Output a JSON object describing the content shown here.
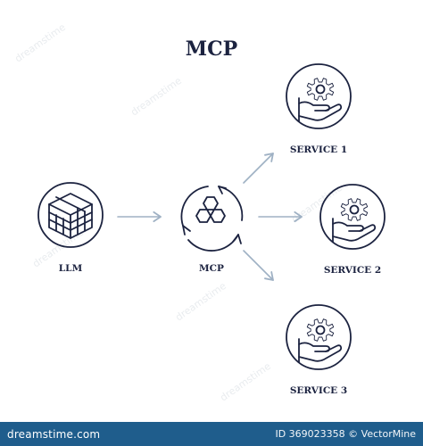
{
  "title": "MCP",
  "nodes": {
    "llm": {
      "label": "LLM",
      "icon": "cube-icon"
    },
    "mcp": {
      "label": "MCP",
      "icon": "hexagon-cycle-icon"
    },
    "service1": {
      "label": "SERVICE 1",
      "icon": "gear-hand-icon"
    },
    "service2": {
      "label": "SERVICE 2",
      "icon": "gear-hand-icon"
    },
    "service3": {
      "label": "SERVICE 3",
      "icon": "gear-hand-icon"
    }
  },
  "footer": {
    "site": "dreamstime.com",
    "credit": "ID 369023358 © VectorMine"
  },
  "colors": {
    "ink": "#1c2340",
    "arrow": "#9fb1c4",
    "footer_bg": "#1f5d8c"
  }
}
